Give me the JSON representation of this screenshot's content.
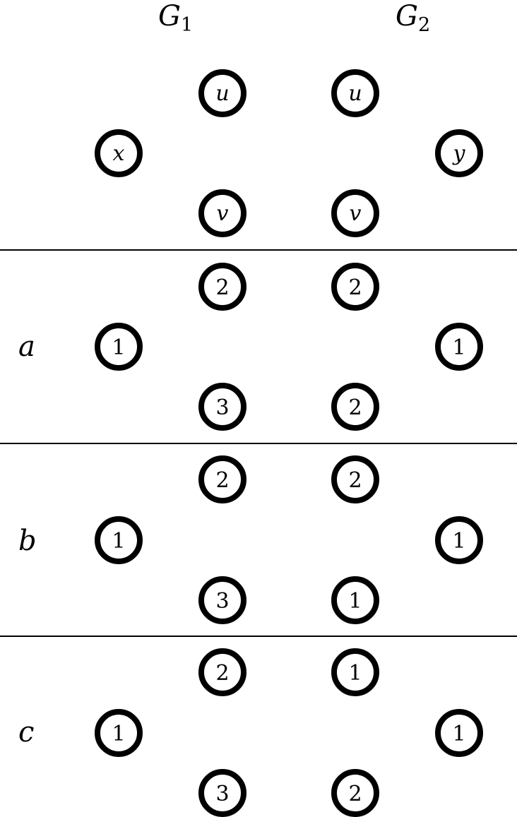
{
  "headers": {
    "g1": {
      "base": "G",
      "sub": "1"
    },
    "g2": {
      "base": "G",
      "sub": "2"
    }
  },
  "rows": [
    {
      "id": "header-row",
      "label": "",
      "g1": {
        "top": "u",
        "left": "x",
        "bottom": "v"
      },
      "g2": {
        "top": "u",
        "right": "y",
        "bottom": "v"
      }
    },
    {
      "id": "row-a",
      "label": "a",
      "g1": {
        "top": "2",
        "left": "1",
        "bottom": "3"
      },
      "g2": {
        "top": "2",
        "right": "1",
        "bottom": "2"
      }
    },
    {
      "id": "row-b",
      "label": "b",
      "g1": {
        "top": "2",
        "left": "1",
        "bottom": "3"
      },
      "g2": {
        "top": "2",
        "right": "1",
        "bottom": "1"
      }
    },
    {
      "id": "row-c",
      "label": "c",
      "g1": {
        "top": "2",
        "left": "1",
        "bottom": "3"
      },
      "g2": {
        "top": "1",
        "right": "1",
        "bottom": "2"
      }
    }
  ]
}
